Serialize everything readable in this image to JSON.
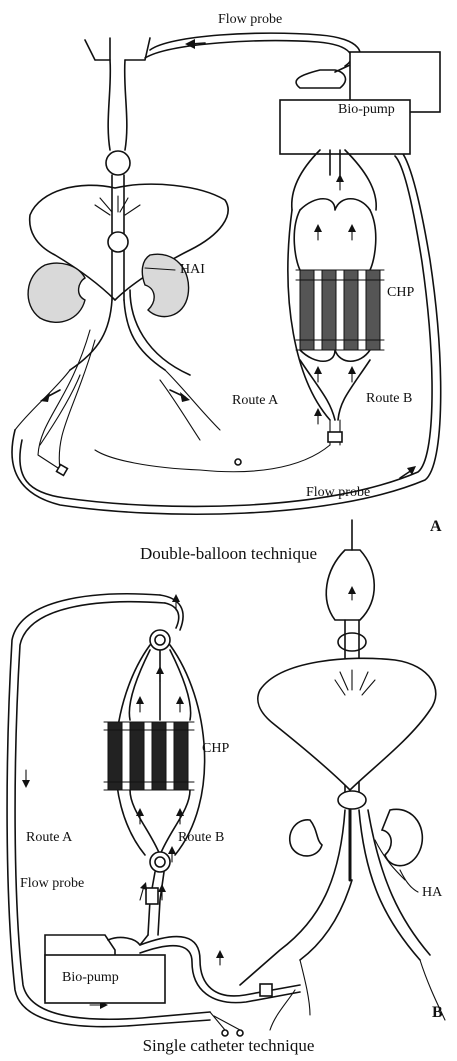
{
  "panel_a": {
    "letter": "A",
    "caption": "Double-balloon technique",
    "labels": {
      "flow_probe_top": "Flow probe",
      "bio_pump": "Bio-pump",
      "hai": "HAI",
      "chp": "CHP",
      "route_a": "Route A",
      "route_b": "Route B",
      "flow_probe_bottom": "Flow probe"
    }
  },
  "panel_b": {
    "letter": "B",
    "caption": "Single catheter technique",
    "labels": {
      "chp": "CHP",
      "route_a": "Route A",
      "route_b": "Route B",
      "flow_probe": "Flow probe",
      "bio_pump": "Bio-pump",
      "ha": "HA"
    }
  },
  "icons": [
    "liver-icon",
    "kidney-icon",
    "filter-cartridge-icon",
    "pump-icon",
    "balloon-icon",
    "arrow-icon"
  ]
}
